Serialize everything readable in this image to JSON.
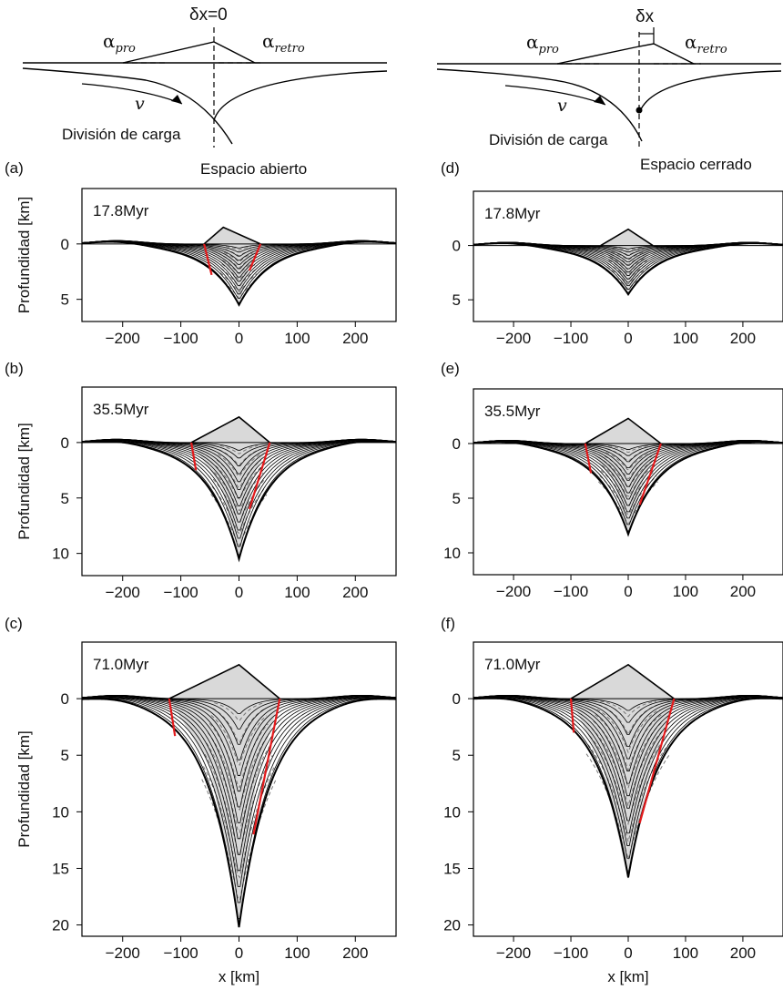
{
  "schematics": {
    "left": {
      "dx_label": "δx=0",
      "alpha_pro": "α",
      "pro_sub": "pro",
      "alpha_retro": "α",
      "retro_sub": "retro",
      "v_label": "v",
      "split_label": "División de carga",
      "space_label": "Espacio abierto"
    },
    "right": {
      "dx_label": "δx",
      "alpha_pro": "α",
      "pro_sub": "pro",
      "alpha_retro": "α",
      "retro_sub": "retro",
      "v_label": "v",
      "split_label": "División de carga",
      "space_label": "Espacio cerrado"
    }
  },
  "colors": {
    "wedge_fill": "#d9d9d9",
    "red_line": "#e31a1c",
    "black": "#000000",
    "dashed": "#777777"
  },
  "chart_data": [
    {
      "type": "line",
      "panel_letter": "(a)",
      "time_label": "17.8Myr",
      "ylabel": "Profundidad [km]",
      "xlabel": "",
      "xlim": [
        -270,
        270
      ],
      "ylim": [
        7,
        -5
      ],
      "x_ticks": [
        -200,
        -100,
        0,
        100,
        200
      ],
      "y_ticks": [
        0,
        5
      ],
      "wedge_polygon": [
        [
          -60,
          0
        ],
        [
          -27,
          -1.5
        ],
        [
          37,
          0
        ],
        [
          15,
          2.5
        ],
        [
          0,
          5.5
        ],
        [
          -12,
          2.5
        ]
      ],
      "max_depth": 5.5,
      "max_height": 1.5,
      "red_left": [
        [
          -60,
          0
        ],
        [
          -47,
          2.8
        ]
      ],
      "red_right": [
        [
          37,
          0
        ],
        [
          18,
          2.4
        ]
      ]
    },
    {
      "type": "line",
      "panel_letter": "(b)",
      "time_label": "35.5Myr",
      "ylabel": "Profundidad [km]",
      "xlabel": "",
      "xlim": [
        -270,
        270
      ],
      "ylim": [
        12,
        -5
      ],
      "x_ticks": [
        -200,
        -100,
        0,
        100,
        200
      ],
      "y_ticks": [
        0,
        5,
        10
      ],
      "wedge_polygon": [
        [
          -82,
          0
        ],
        [
          0,
          -2.3
        ],
        [
          53,
          0
        ],
        [
          25,
          3
        ],
        [
          0,
          10.5
        ],
        [
          -30,
          4
        ]
      ],
      "max_depth": 10.5,
      "max_height": 2.3,
      "red_left": [
        [
          -82,
          0
        ],
        [
          -74,
          2.5
        ]
      ],
      "red_right": [
        [
          53,
          0
        ],
        [
          18,
          6
        ]
      ]
    },
    {
      "type": "line",
      "panel_letter": "(c)",
      "time_label": "71.0Myr",
      "ylabel": "Profundidad [km]",
      "xlabel": "x [km]",
      "xlim": [
        -270,
        270
      ],
      "ylim": [
        21,
        -5
      ],
      "x_ticks": [
        -200,
        -100,
        0,
        100,
        200
      ],
      "y_ticks": [
        0,
        5,
        10,
        15,
        20
      ],
      "wedge_polygon": [
        [
          -120,
          0
        ],
        [
          0,
          -3
        ],
        [
          70,
          0
        ],
        [
          30,
          7
        ],
        [
          0,
          20
        ],
        [
          -50,
          6
        ]
      ],
      "max_depth": 20.2,
      "max_height": 3.1,
      "red_left": [
        [
          -120,
          0
        ],
        [
          -110,
          3.3
        ]
      ],
      "red_right": [
        [
          70,
          0
        ],
        [
          25,
          12
        ]
      ]
    },
    {
      "type": "line",
      "panel_letter": "(d)",
      "time_label": "17.8Myr",
      "ylabel": "",
      "xlabel": "",
      "xlim": [
        -270,
        270
      ],
      "ylim": [
        7,
        -5
      ],
      "x_ticks": [
        -200,
        -100,
        0,
        100,
        200
      ],
      "y_ticks": [
        0,
        5
      ],
      "wedge_polygon": [
        [
          -48,
          0
        ],
        [
          0,
          -1.5
        ],
        [
          43,
          0
        ],
        [
          20,
          2
        ],
        [
          0,
          4.5
        ],
        [
          -20,
          2
        ]
      ],
      "max_depth": 4.5,
      "max_height": 1.5,
      "red_left": [],
      "red_right": []
    },
    {
      "type": "line",
      "panel_letter": "(e)",
      "time_label": "35.5Myr",
      "ylabel": "",
      "xlabel": "",
      "xlim": [
        -270,
        270
      ],
      "ylim": [
        12,
        -5
      ],
      "x_ticks": [
        -200,
        -100,
        0,
        100,
        200
      ],
      "y_ticks": [
        0,
        5,
        10
      ],
      "wedge_polygon": [
        [
          -75,
          0
        ],
        [
          0,
          -2.3
        ],
        [
          57,
          0
        ],
        [
          25,
          3.5
        ],
        [
          0,
          8.5
        ],
        [
          -25,
          3.5
        ]
      ],
      "max_depth": 8.3,
      "max_height": 2.3,
      "red_left": [
        [
          -75,
          0
        ],
        [
          -65,
          2.7
        ]
      ],
      "red_right": [
        [
          57,
          0
        ],
        [
          20,
          5.6
        ]
      ]
    },
    {
      "type": "line",
      "panel_letter": "(f)",
      "time_label": "71.0Myr",
      "ylabel": "",
      "xlabel": "x [km]",
      "xlim": [
        -270,
        270
      ],
      "ylim": [
        21,
        -5
      ],
      "x_ticks": [
        -200,
        -100,
        0,
        100,
        200
      ],
      "y_ticks": [
        0,
        5,
        10,
        15,
        20
      ],
      "wedge_polygon": [
        [
          -100,
          0
        ],
        [
          0,
          -3
        ],
        [
          80,
          0
        ],
        [
          35,
          7
        ],
        [
          0,
          16
        ],
        [
          -45,
          6
        ]
      ],
      "max_depth": 15.8,
      "max_height": 3.1,
      "red_left": [
        [
          -100,
          0
        ],
        [
          -95,
          3
        ]
      ],
      "red_right": [
        [
          80,
          0
        ],
        [
          20,
          11
        ]
      ]
    }
  ]
}
